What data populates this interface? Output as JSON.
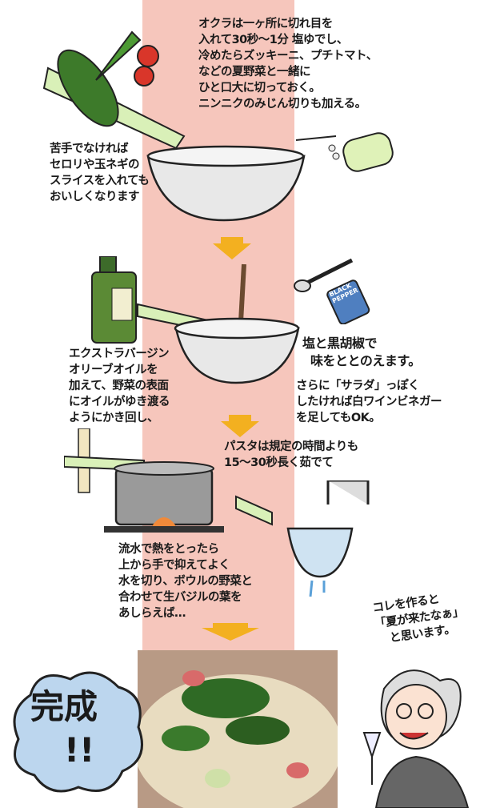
{
  "step1": {
    "lines": [
      "オクラは一ヶ所に切れ目を",
      "入れて30秒〜1分 塩ゆでし、",
      "冷めたらズッキーニ、プチトマト、",
      "などの夏野菜と一緒に",
      "ひと口大に切っておく。",
      "ニンニクのみじん切りも加える。"
    ]
  },
  "tip1": {
    "lines": [
      "苦手でなければ",
      "セロリや玉ネギの",
      "スライスを入れても",
      "おいしくなります"
    ]
  },
  "step2": {
    "lines": [
      "エクストラバージン",
      "オリーブオイルを",
      "加えて、野菜の表面",
      "にオイルがゆき渡る",
      "ようにかき回し、"
    ]
  },
  "step3": {
    "lines": [
      "塩と黒胡椒で",
      "味をととのえます。"
    ]
  },
  "tip2": {
    "lines": [
      "さらに「サラダ」っぽく",
      "したければ白ワインビネガー",
      "を足してもOK。"
    ]
  },
  "step4": {
    "lines": [
      "パスタは規定の時間よりも",
      "15〜30秒長く茹でて"
    ]
  },
  "step5": {
    "lines": [
      "流水で熱をとったら",
      "上から手で抑えてよく",
      "水を切り、ボウルの野菜と",
      "合わせて生バジルの葉を",
      "あしらえば…"
    ]
  },
  "comment": {
    "lines": [
      "コレを作ると",
      "「夏が来たなぁ」",
      "と思います。"
    ]
  },
  "pepper_label": "BLACK PEPPER",
  "done": {
    "title": "完成",
    "mark": "!!"
  },
  "colors": {
    "band": "#f6c6bc",
    "arrow": "#f3b020",
    "cloud": "#bcd6ee"
  }
}
